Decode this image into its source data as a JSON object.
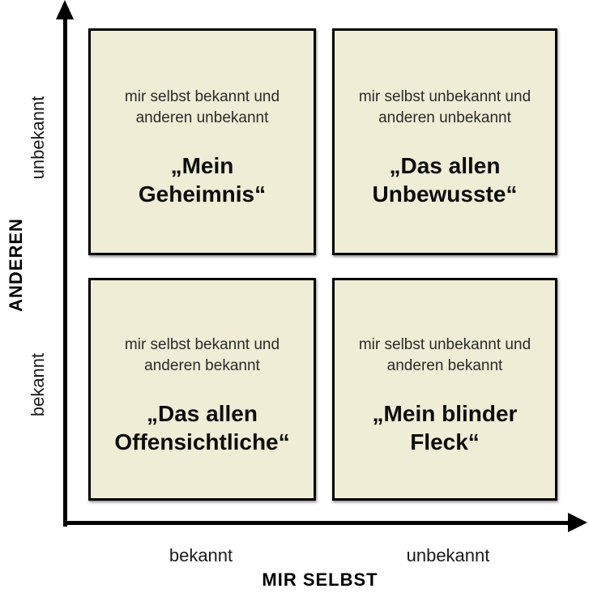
{
  "figure": {
    "y_axis": {
      "title": "ANDEREN",
      "top_label": "unbekannt",
      "bottom_label": "bekannt"
    },
    "x_axis": {
      "title": "MIR SELBST",
      "left_label": "bekannt",
      "right_label": "unbekannt"
    },
    "quadrants": {
      "top_left": {
        "description": "mir selbst bekannt und\nanderen unbekannt",
        "title": "„Mein\nGeheimnis“"
      },
      "top_right": {
        "description": "mir selbst unbekannt und\nanderen unbekannt",
        "title": "„Das allen\nUnbewusste“"
      },
      "bottom_left": {
        "description": "mir selbst bekannt und\nanderen bekannt",
        "title": "„Das allen\nOffensichtliche“"
      },
      "bottom_right": {
        "description": "mir selbst unbekannt und\nanderen bekannt",
        "title": "„Mein blinder\nFleck“"
      }
    },
    "colors": {
      "quadrant_fill": "#efedd5",
      "border": "#000000",
      "description_text": "#2b2b2b",
      "title_text": "#0d0d0d"
    }
  }
}
